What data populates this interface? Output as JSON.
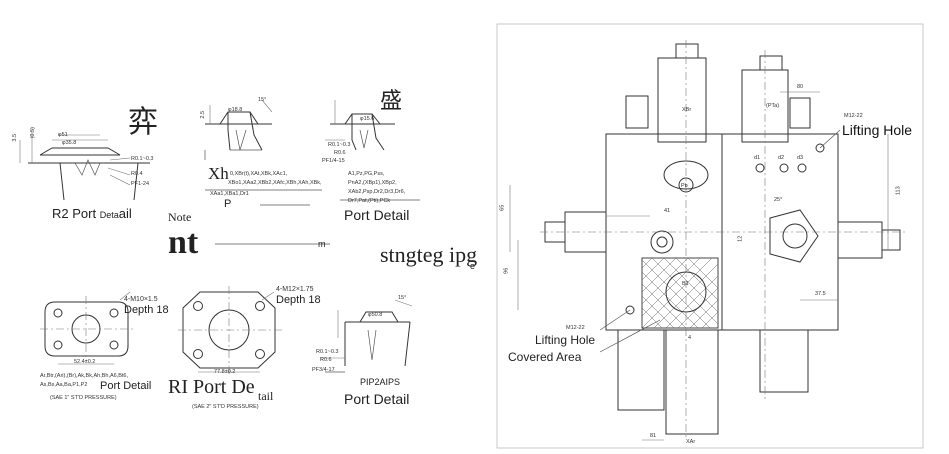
{
  "detail_labels": {
    "r2_port": "R2 Port",
    "r2_port_suffix_a": "Deta",
    "r2_port_suffix_b": "ail",
    "port_detail_top": "Port Detail",
    "port_detail_mid": "Port Detail",
    "ri_port": "RI Port De",
    "ri_port_suffix": "tail",
    "port_detail_bottom": "Port Detail"
  },
  "garbled_text": {
    "cjk_1": "弈",
    "cjk_2": "盛",
    "xh": "Xh",
    "p": "P",
    "note": "Note",
    "nt": "nt",
    "m": "m",
    "stngteg": "stngteg ipg",
    "e": "e",
    "pip2aips": "PIP2AIPS"
  },
  "dimensions": {
    "d51": "φ51",
    "d35": "φ35.8",
    "r01": "R0.1~0.3",
    "r04": "R0.4",
    "pf1_24": "PF1-24",
    "d35v": "3.5",
    "d05": "(0.5)",
    "d188": "φ18.8",
    "d15": "15°",
    "d25": "2.5",
    "d156": "φ15.6",
    "r06": "R0.6",
    "pf1_4_15": "PF1/4-15",
    "ports_1": "0,XBr(t),XAt,XBk,XAc1,",
    "ports_2": "XBo1,XAa2,XBb2,XAfc,XBh,XAh,XBk,",
    "ports_3": "XAa1,XBa1,Dr1",
    "ports_4": "A1,Pz,PG,Pss,",
    "ports_5": "PnA2,(XBp1),XBp2,",
    "ports_6": "XAb2,Psp,Dr2,Dr3,Dr6,",
    "ports_7": "Dr7,Pat,(Pti),PCk",
    "m10": "4-M10×1.5",
    "depth18a": "Depth 18",
    "m12": "4-M12×1.75",
    "depth18b": "Depth 18",
    "d524": "52.4±0.2",
    "ports_sae_1": "Ar,Btr,(Ari),(Br),Ak,Bk,Ah,Bh,A6,Bt6,",
    "ports_sae_2": "As,Bs,Aa,Ba,P1,P2",
    "sae": "(SAE 1\" ST'D PRESSURE)",
    "d779": "77.8±0.2",
    "sae2": "(SAE 2\" ST'D PRESSURE)",
    "d508": "φ50.8",
    "d15b": "15°",
    "pf34_17": "PF3/4-17",
    "r02": "R0.1~0.3",
    "r03": "R0.6"
  },
  "main_view": {
    "lifting_hole_top": "Lifting Hole",
    "lifting_hole_bottom": "Lifting Hole",
    "covered_area": "Covered Area",
    "m12_top": "M12-22",
    "m12_bottom": "M12-22",
    "dim_80": "80",
    "dim_113": "113",
    "dim_65": "65",
    "dim_41": "41",
    "dim_25": "25°",
    "dim_12": "12",
    "dim_375": "37.5",
    "dim_4": "4",
    "dim_81": "81",
    "dim_96": "96",
    "port_xbr": "XBr",
    "port_pfxa": "(PTa)",
    "port_pb": "Pb",
    "port_xa": "XAr",
    "port_d1": "d1",
    "port_d2": "d2",
    "port_d3": "d3",
    "port_b1": "B1"
  }
}
